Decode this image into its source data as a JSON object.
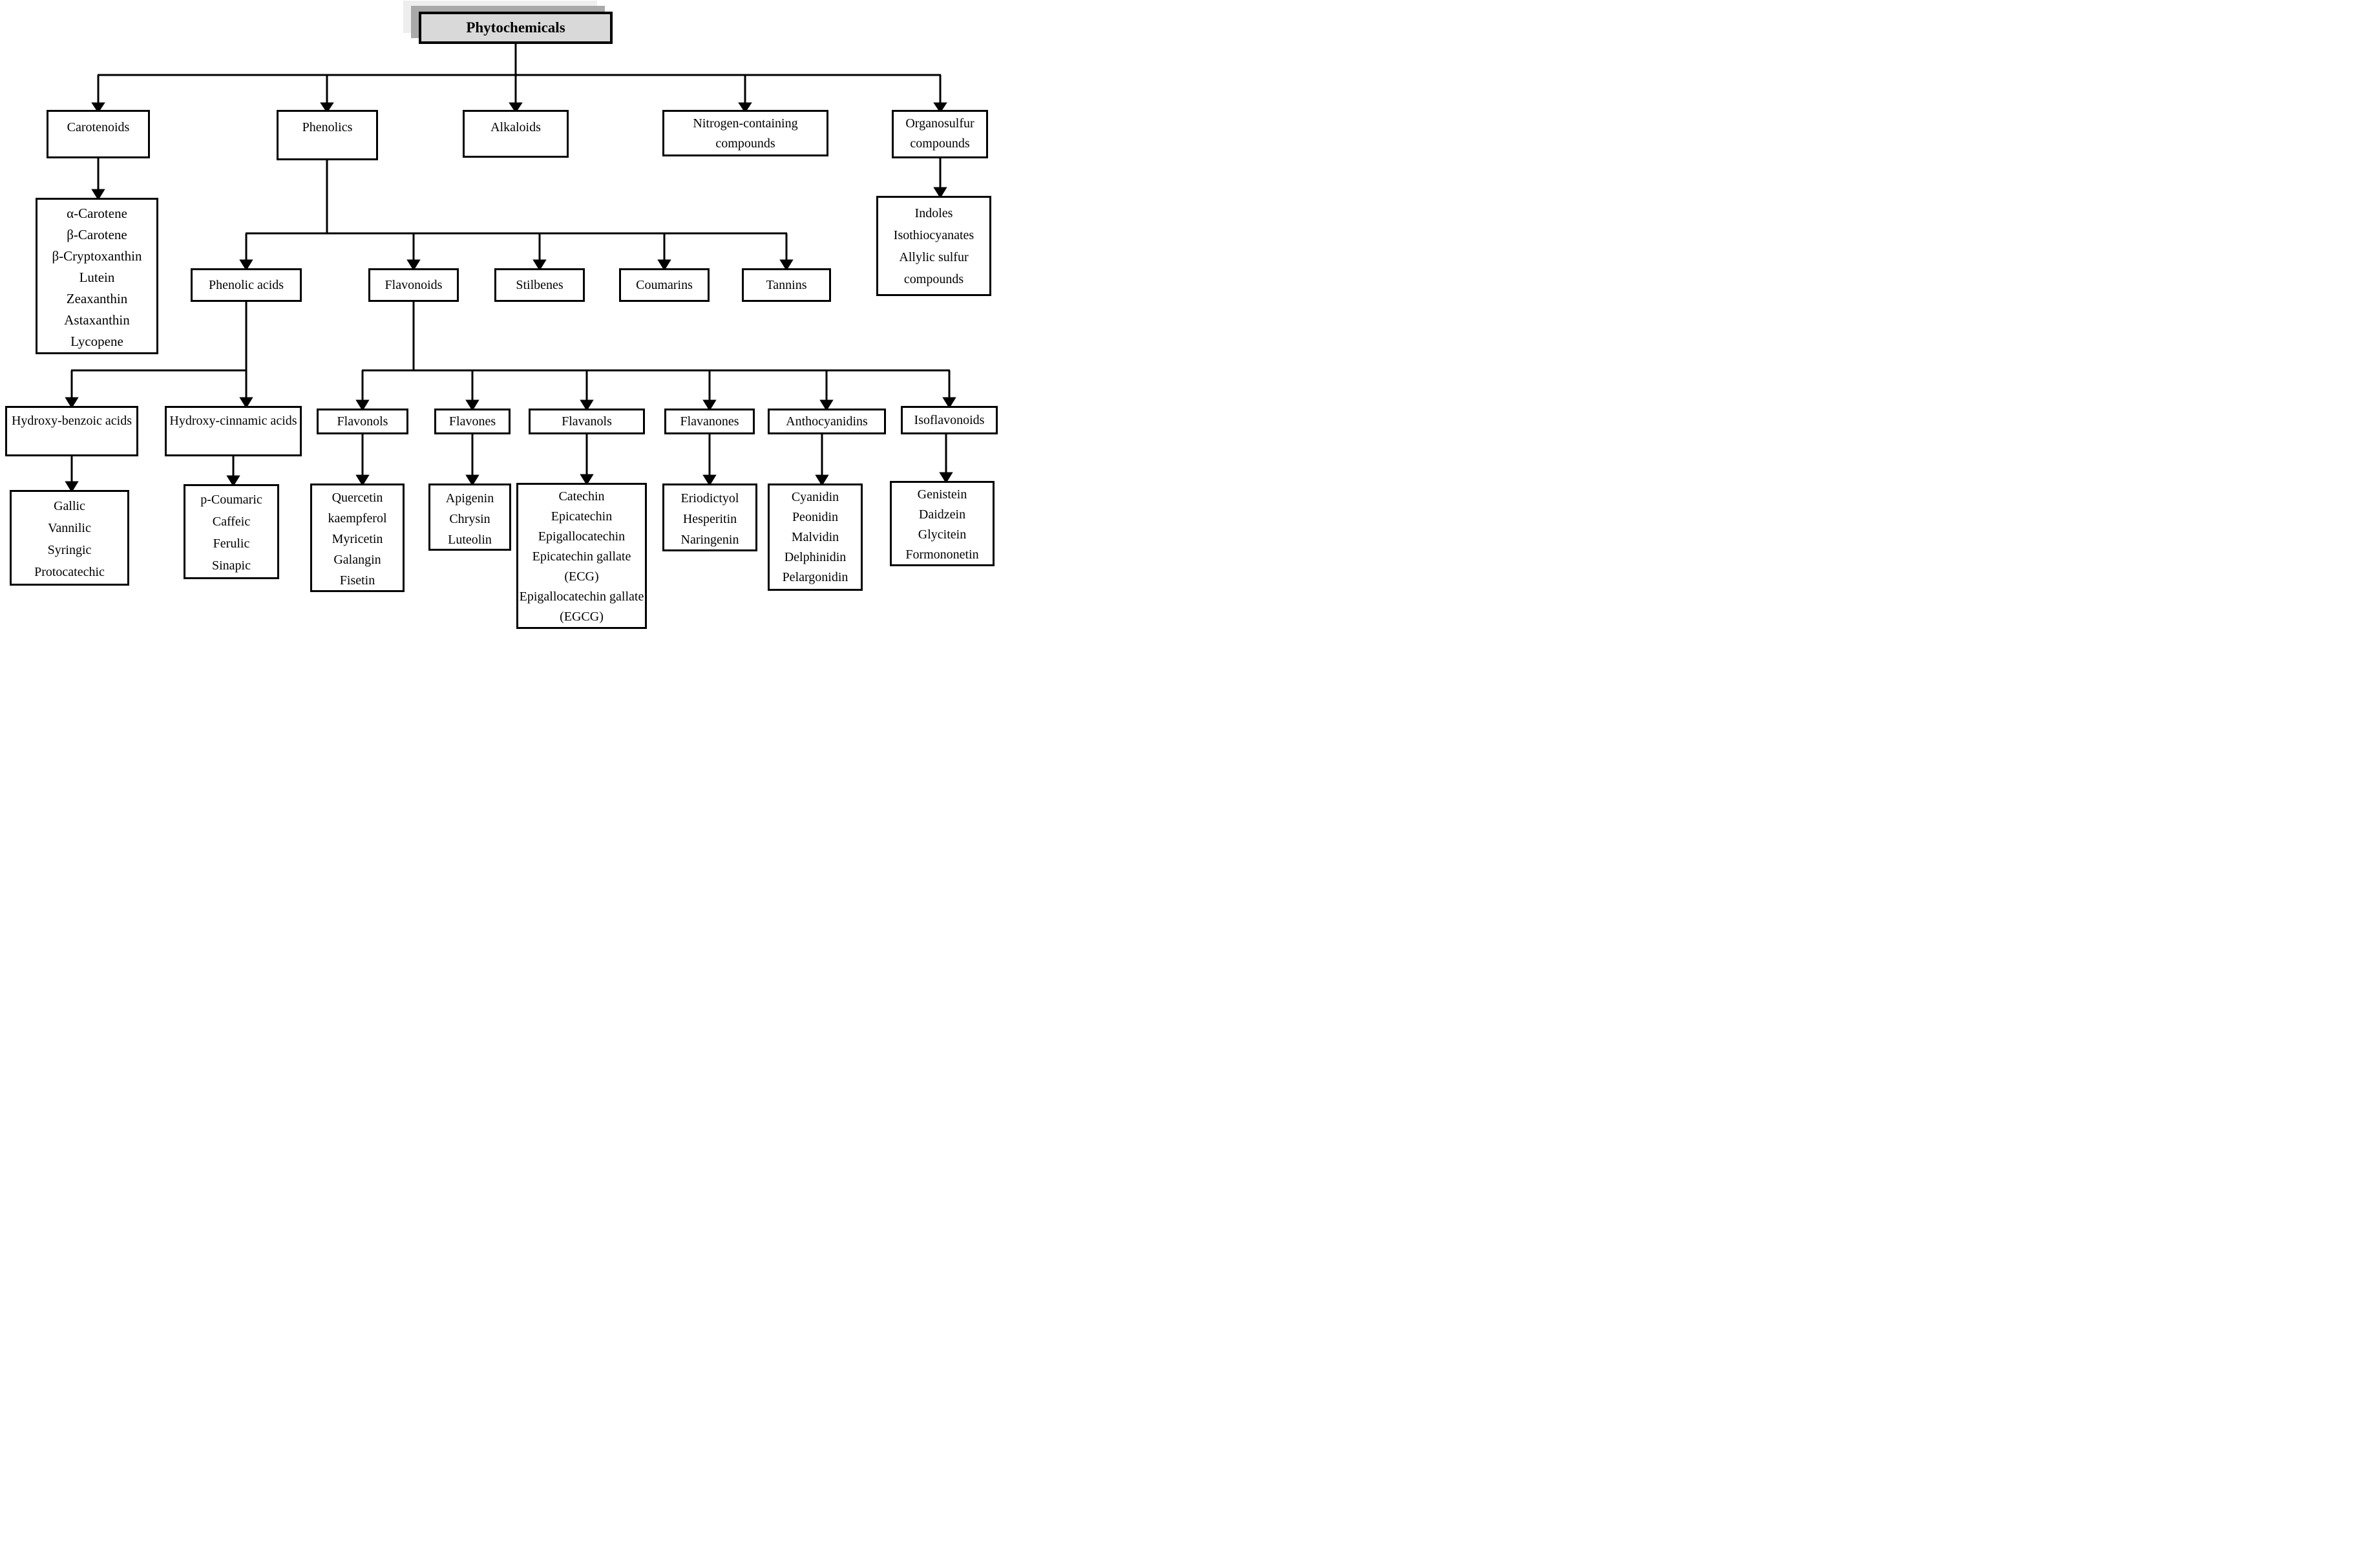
{
  "diagram": {
    "root": {
      "label": "Phytochemicals"
    },
    "level1": [
      {
        "id": "carotenoids",
        "label": "Carotenoids",
        "items": [
          "α-Carotene",
          "β-Carotene",
          "β-Cryptoxanthin",
          "Lutein",
          "Zeaxanthin",
          "Astaxanthin",
          "Lycopene"
        ]
      },
      {
        "id": "phenolics",
        "label": "Phenolics"
      },
      {
        "id": "alkaloids",
        "label": "Alkaloids"
      },
      {
        "id": "nitrogen-containing-compounds",
        "label": "Nitrogen-containing compounds"
      },
      {
        "id": "organosulfur-compounds",
        "label": "Organosulfur compounds",
        "items": [
          "Indoles",
          "Isothiocyanates",
          "Allylic sulfur compounds"
        ]
      }
    ],
    "phenolics_children": [
      {
        "label": "Phenolic acids"
      },
      {
        "label": "Flavonoids"
      },
      {
        "label": "Stilbenes"
      },
      {
        "label": "Coumarins"
      },
      {
        "label": "Tannins"
      }
    ],
    "phenolic_acid_types": [
      {
        "label": "Hydroxy-benzoic acids",
        "items": [
          "Gallic",
          "Vannilic",
          "Syringic",
          "Protocatechic"
        ]
      },
      {
        "label": "Hydroxy-cinnamic acids",
        "items": [
          "p-Coumaric",
          "Caffeic",
          "Ferulic",
          "Sinapic"
        ]
      }
    ],
    "flavonoid_types": [
      {
        "label": "Flavonols",
        "items": [
          "Quercetin",
          "kaempferol",
          "Myricetin",
          "Galangin",
          "Fisetin"
        ]
      },
      {
        "label": "Flavones",
        "items": [
          "Apigenin",
          "Chrysin",
          "Luteolin"
        ]
      },
      {
        "label": "Flavanols",
        "items": [
          "Catechin",
          "Epicatechin",
          "Epigallocatechin",
          "Epicatechin gallate (ECG)",
          "Epigallocatechin gallate (EGCG)"
        ]
      },
      {
        "label": "Flavanones",
        "items": [
          "Eriodictyol",
          "Hesperitin",
          "Naringenin"
        ]
      },
      {
        "label": "Anthocyanidins",
        "items": [
          "Cyanidin",
          "Peonidin",
          "Malvidin",
          "Delphinidin",
          "Pelargonidin"
        ]
      },
      {
        "label": "Isoflavonoids",
        "items": [
          "Genistein",
          "Daidzein",
          "Glycitein",
          "Formononetin"
        ]
      }
    ],
    "colors": {
      "title_fill": "#d9d9d9",
      "title_shadow": "#a9a9a9",
      "title_shadow_light": "#eeeeee",
      "line": "#000000"
    }
  }
}
